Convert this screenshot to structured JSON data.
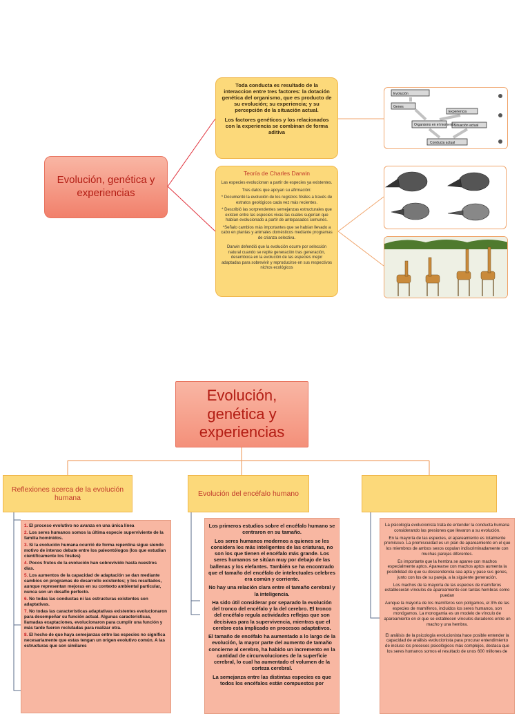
{
  "top": {
    "central": "Evolución, genética y experiencias",
    "box1": {
      "p1": "Toda conducta es resultado de la interaccion entre tres factores: la dotación genética del organismo, que es producto de su evolución; su experiencia; y su percepción de la situación actual.",
      "p2": "Los factores genéticos y los relacionados con la experiencia se combinan de forma aditiva"
    },
    "box2": {
      "title": "Teoría de Charles Darwin",
      "p1": "Las especies evolucionan a partir de especies ya existentes.",
      "p2": "Tres datos que apoyan su afirmación:",
      "p3": "* Documentó la evolución de los registros fósiles a través de estratos geológicos cada vez más recientes.",
      "p4": "* Describió las sorprendentes semejanzas estructurales que existen entre las especies vivas las cuales sugerían que habían evolucionado a partir de antepasados comunes.",
      "p5": "*Señalo cambios más importantes que se habían llevado a cabo en plantas y animales domésticos mediante programas de crianza selectiva.",
      "p6": "Darwin defendió que la evolución ocurre por selección natural cuando se repite generación tras generación, desemboca en la evolución de las especies mejor adaptadas para sobrevivir y reproducirse en sus respectivos nichos ecológicos"
    },
    "flow": {
      "evolucion": "Evolución",
      "genes": "Genes",
      "experiencia": "Experiencia",
      "organismo": "Organismo en el momento",
      "situacion": "Situación actual",
      "conducta": "Conducta actual"
    }
  },
  "bottom": {
    "central": "Evolución, genética y experiencias",
    "col1": {
      "header": "Reflexiones acerca de la evolución humana",
      "items": [
        {
          "n": "1.",
          "t": " El proceso evolutivo no avanza en una única línea"
        },
        {
          "n": "2.",
          "t": " Los seres humanos somos la última especie superviviente de la familia homínidos."
        },
        {
          "n": "3.",
          "t": " Si la evolución humana ocurrió de forma repentina sigue siendo motivo de intenso debate entre los paleontólogos (los que estudian científicamente los fósiles)"
        },
        {
          "n": "4.",
          "t": " Pocos frutos de la evolución han sobrevivido hasta nuestros días."
        },
        {
          "n": "5.",
          "t": " Los aumentos de la capacidad de adaptación se dan mediante cambios en programas de desarrollo existentes; y los resultados, aunque representan mejoras en su contexto ambiental particular, nunca son un desafío perfecto."
        },
        {
          "n": "6.",
          "t": " No todas las conductas ni las estructuras existentes son adaptativas."
        },
        {
          "n": "7.",
          "t": " No todas las características adaptativas existentes evolucionaron para desempeñar su función actual. Algunas características, llamadas exaptaciones, evolucionaron para cumplir una función y más tarde fueron reclutadas para realizar otra."
        },
        {
          "n": "8.",
          "t": " El hecho de que haya semejanzas entre las especies no significa necesariamente que estas tengan un origen evolutivo común. A las estructuras que son similares"
        }
      ]
    },
    "col2": {
      "header": "Evolución del encéfalo humano",
      "paras": [
        "Los primeros estudios sobre el encéfalo humano se centraron en su tamaño.",
        "Los seres humanos modernos a quienes se les considera los más inteligentes de las criaturas, no son los que tienen el encéfalo más grande. Los seres humanos se sitúan muy por debajo de las ballenas y los elefantes. También se ha encontrado que el tamaño del encéfalo de intelectuales celebres era común y corriente.",
        "No hay una relación clara entre el tamaño cerebral y la inteligencia.",
        "Ha sido útil considerar por separado la evolución del tronco del encéfalo y la del cerebro. El tronco del encéfalo regula actividades reflejas que son decisivas para la supervivencia, mientras que el cerebro esta implicado en procesos adaptativos.",
        "El tamaño de encéfalo ha aumentado a lo largo de la evolución, la mayor parte del aumento de tamaño concierne al cerebro, ha habido un incremento en la cantidad de circunvoluciones de la superficie cerebral, lo cual ha aumentado el volumen de la corteza cerebral.",
        "La semejanza entre las distintas especies es que todos los encéfalos están compuestos por"
      ]
    },
    "col3": {
      "header": "",
      "paras": [
        "La psicología evolucionista trata de entender la conducta humana considerando las presiones que llevaron a su evolución.",
        "En la mayoría de las especies, el apareamiento es totalmente promiscuo. La promiscuidad es un plan de apareamiento en el que los miembros de ambos sexos copulan indiscriminadamente con muchas parejas diferentes.",
        "Es importante que la hembra se aparee con machos especialmente aptos. Aparearse con machos aptos aumenta la posibilidad de que su descendencia sea apta y pase sus genes, junto con los de su pareja, a la siguiente generación.",
        "Los machos de la mayoría de las especies de mamíferos establecerán vínculos de apareamiento con tantas hembras como puedan",
        "Aunque la mayoría de los mamíferos son polígamos, el 3% de las especies de mamíferos, incluidos los seres humanos, son monógamos. La monogamia es un modelo de vínculo de apareamiento en el que se establecen vínculos duraderos entre un macho y una hembra.",
        "El análisis de la psicología evolucionista hace posible entender la capacidad de análisis evolucionista para procurar entendimiento de incluso los procesos psicológicos más complejos, destaca que los seres humanos somos el resultado de unos 600 millones de"
      ]
    }
  }
}
